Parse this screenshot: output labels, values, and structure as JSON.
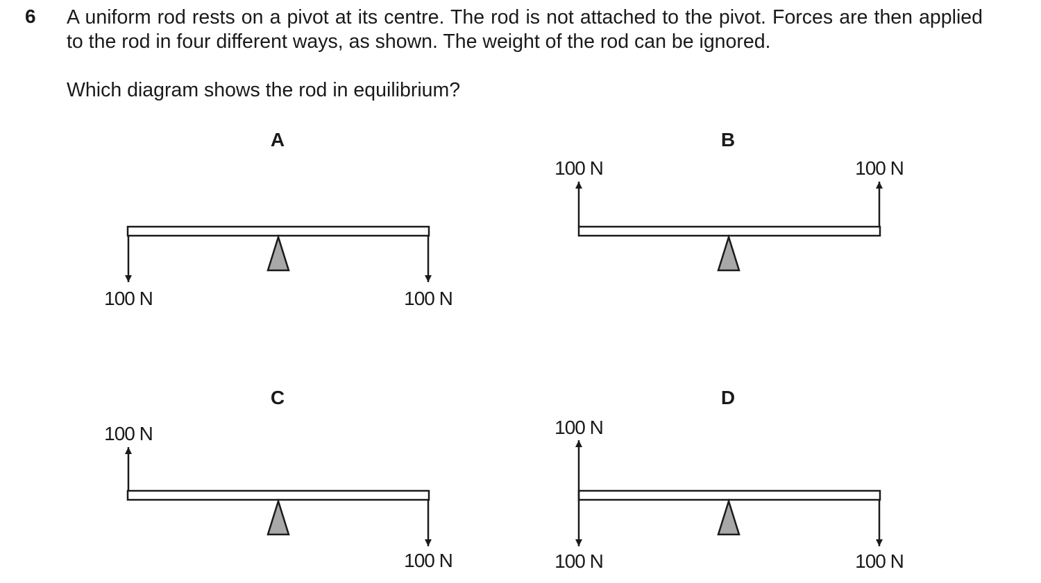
{
  "question": {
    "number": "6",
    "stem": "A uniform rod rests on a pivot at its centre. The rod is not attached to the pivot. Forces are then applied to the rod in four different ways, as shown. The weight of the rod can be ignored.",
    "prompt": "Which diagram shows the rod in equilibrium?"
  },
  "diagrams": {
    "A": {
      "letter": "A",
      "left_force": "100 N",
      "right_force": "100 N"
    },
    "B": {
      "letter": "B",
      "left_force": "100 N",
      "right_force": "100 N"
    },
    "C": {
      "letter": "C",
      "left_force": "100 N",
      "right_force": "100 N"
    },
    "D": {
      "letter": "D",
      "left_up_force": "100 N",
      "left_down_force": "100 N",
      "right_force": "100 N"
    }
  },
  "colors": {
    "pivot_fill": "#a8a8a8",
    "line": "#1a1a1a"
  }
}
